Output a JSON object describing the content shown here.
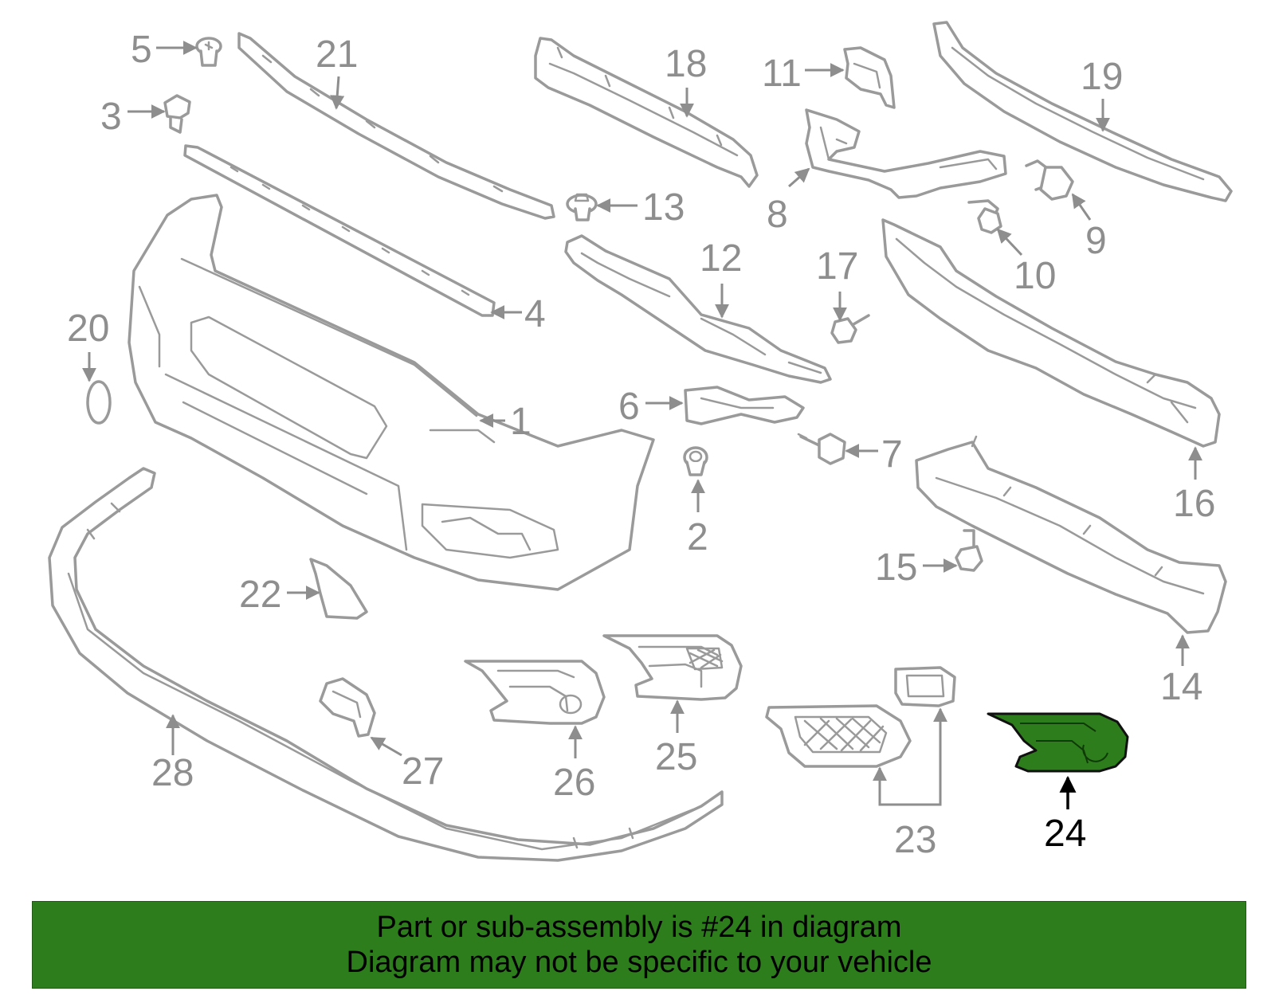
{
  "diagram": {
    "callouts": [
      "1",
      "2",
      "3",
      "4",
      "5",
      "6",
      "7",
      "8",
      "9",
      "10",
      "11",
      "12",
      "13",
      "14",
      "15",
      "16",
      "17",
      "18",
      "19",
      "20",
      "21",
      "22",
      "23",
      "24",
      "25",
      "26",
      "27",
      "28"
    ],
    "highlighted_part": "24",
    "highlight_color": "#2e7d1c",
    "line_color": "#9a9a9a"
  },
  "banner": {
    "line1": "Part or sub-assembly is #24 in diagram",
    "line2": "Diagram may not be specific to your vehicle",
    "background_color": "#2e7d1c"
  }
}
